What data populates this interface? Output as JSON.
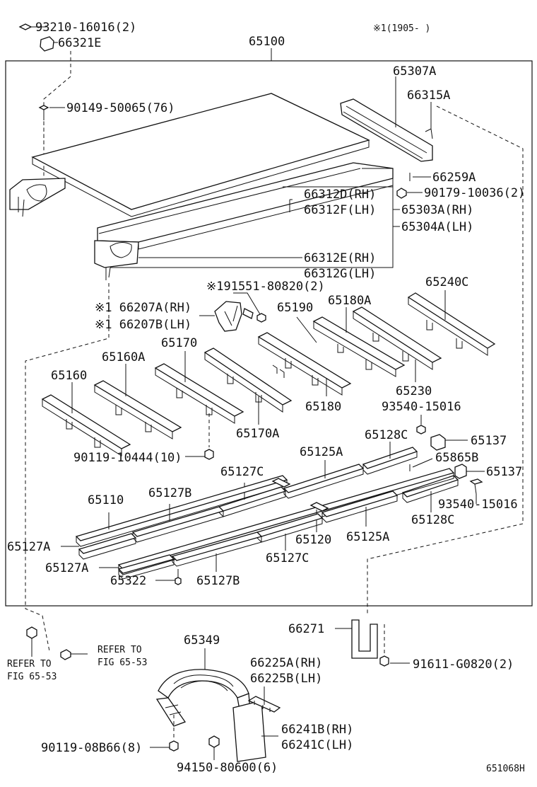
{
  "labels": {
    "l_93210": "93210-16016(2)",
    "l_66321e": "66321E",
    "l_note": "※1(1905-    )",
    "l_65100": "65100",
    "l_65307a": "65307A",
    "l_66315a": "66315A",
    "l_90149": "90149-50065(76)",
    "l_66259a": "66259A",
    "l_90179": "90179-10036(2)",
    "l_66312d": "66312D(RH)",
    "l_66312f": "66312F(LH)",
    "l_65303a": "65303A(RH)",
    "l_65304a": "65304A(LH)",
    "l_66312e": "66312E(RH)",
    "l_66312g": "66312G(LH)",
    "l_91551": "※191551-80820(2)",
    "l_66207a": "※1 66207A(RH)",
    "l_66207b": "※1 66207B(LH)",
    "l_65190": "65190",
    "l_65180a": "65180A",
    "l_65240c": "65240C",
    "l_65160a": "65160A",
    "l_65170": "65170",
    "l_65160": "65160",
    "l_65230": "65230",
    "l_93540a": "93540-15016",
    "l_65180": "65180",
    "l_65170a": "65170A",
    "l_65128c_a": "65128C",
    "l_65137_a": "65137",
    "l_90119_10444": "90119-10444(10)",
    "l_65125a_a": "65125A",
    "l_65865b": "65865B",
    "l_65127c_a": "65127C",
    "l_65137_b": "65137",
    "l_65110": "65110",
    "l_65127b_a": "65127B",
    "l_93540b": "93540-15016",
    "l_65128c_b": "65128C",
    "l_65127a_a": "65127A",
    "l_65120": "65120",
    "l_65125a_b": "65125A",
    "l_65127a_b": "65127A",
    "l_65127c_b": "65127C",
    "l_65322": "65322",
    "l_65127b_b": "65127B",
    "l_66271": "66271",
    "l_refer_to_r": "REFER TO",
    "l_fig_r": "FIG 65-53",
    "l_refer_to_l": "REFER TO",
    "l_fig_l": "FIG 65-53",
    "l_91611": "91611-G0820(2)",
    "l_65349": "65349",
    "l_66225a": "66225A(RH)",
    "l_66225b": "66225B(LH)",
    "l_66241b": "66241B(RH)",
    "l_66241c": "66241C(LH)",
    "l_90119_08b66": "90119-08B66(8)",
    "l_94150": "94150-80600(6)",
    "l_fig_code": "651068H"
  }
}
